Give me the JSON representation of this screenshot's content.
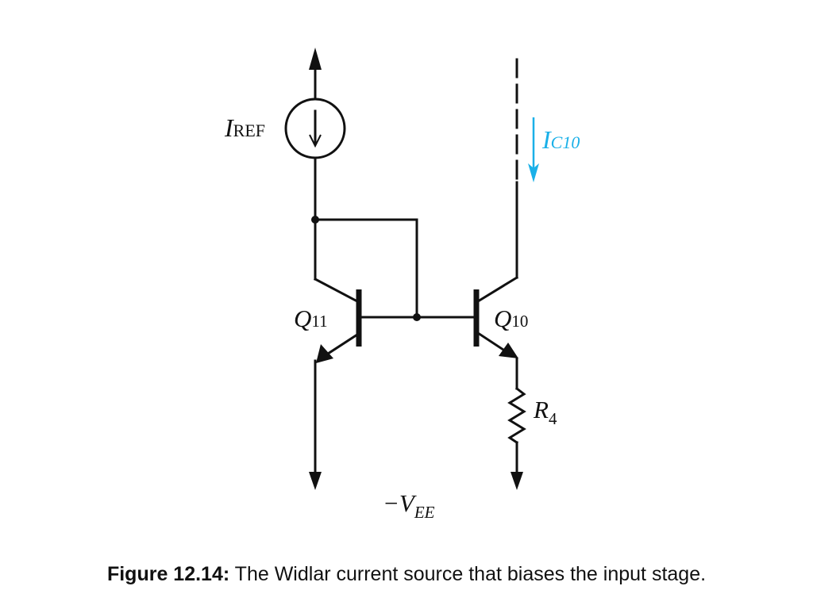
{
  "labels": {
    "iref": {
      "main": "I",
      "sub": "REF"
    },
    "ic10": {
      "main": "I",
      "sub": "C10"
    },
    "q11": {
      "main": "Q",
      "sub": "11"
    },
    "q10": {
      "main": "Q",
      "sub": "10"
    },
    "r4": {
      "main": "R",
      "sub": "4"
    },
    "vee": {
      "main": "−V",
      "sub": "EE"
    }
  },
  "caption": {
    "bold": "Figure 12.14:",
    "text": " The Widlar current source that biases the input stage."
  },
  "colors": {
    "wire": "#111111",
    "accent": "#1ab0e8"
  }
}
